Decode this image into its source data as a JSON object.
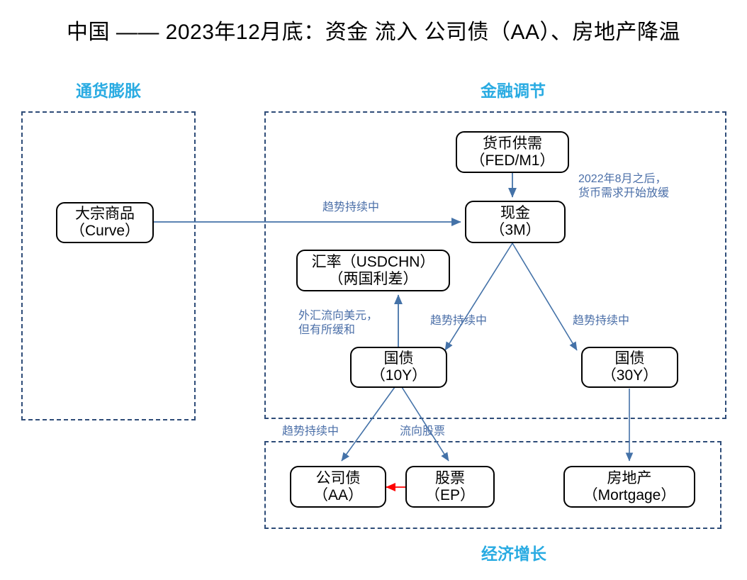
{
  "title": "中国 —— 2023年12月底：资金 流入 公司债（AA）、房地产降温",
  "groups": [
    {
      "key": "inflation",
      "caption": "通货膨胀",
      "caption_pos": "top"
    },
    {
      "key": "monetary",
      "caption": "金融调节",
      "caption_pos": "top"
    },
    {
      "key": "growth",
      "caption": "经济增长",
      "caption_pos": "bottom"
    }
  ],
  "nodes": [
    {
      "key": "commodity",
      "l1": "大宗商品",
      "l2": "（Curve）"
    },
    {
      "key": "money_supply",
      "l1": "货币供需",
      "l2": "（FED/M1）"
    },
    {
      "key": "cash",
      "l1": "现金",
      "l2": "（3M）"
    },
    {
      "key": "fx",
      "l1": "汇率（USDCHN）",
      "l2": "（两国利差）"
    },
    {
      "key": "bond10",
      "l1": "国债",
      "l2": "（10Y）"
    },
    {
      "key": "bond30",
      "l1": "国债",
      "l2": "（30Y）"
    },
    {
      "key": "corp_bond",
      "l1": "公司债",
      "l2": "（AA）"
    },
    {
      "key": "equity",
      "l1": "股票",
      "l2": "（EP）"
    },
    {
      "key": "realestate",
      "l1": "房地产",
      "l2": "（Mortgage）"
    }
  ],
  "edge_labels": [
    {
      "key": "commodity_to_cash",
      "text": "趋势持续中"
    },
    {
      "key": "cash_slowdown",
      "line1": "2022年8月之后，",
      "line2": "货币需求开始放缓"
    },
    {
      "key": "fx_flow",
      "line1": "外汇流向美元，",
      "line2": "但有所缓和"
    },
    {
      "key": "cash_to_bond10",
      "text": "趋势持续中"
    },
    {
      "key": "cash_to_bond30",
      "text": "趋势持续中"
    },
    {
      "key": "bond10_to_corp",
      "text": "趋势持续中"
    },
    {
      "key": "bond10_to_equity",
      "text": "流向股票"
    }
  ],
  "colors": {
    "caption": "#29ABE2",
    "group_border": "#2E4C78",
    "arrow_blue": "#4472A8",
    "arrow_red": "#FF0000",
    "node_border": "#000000",
    "label_text": "#4B6FA8"
  }
}
